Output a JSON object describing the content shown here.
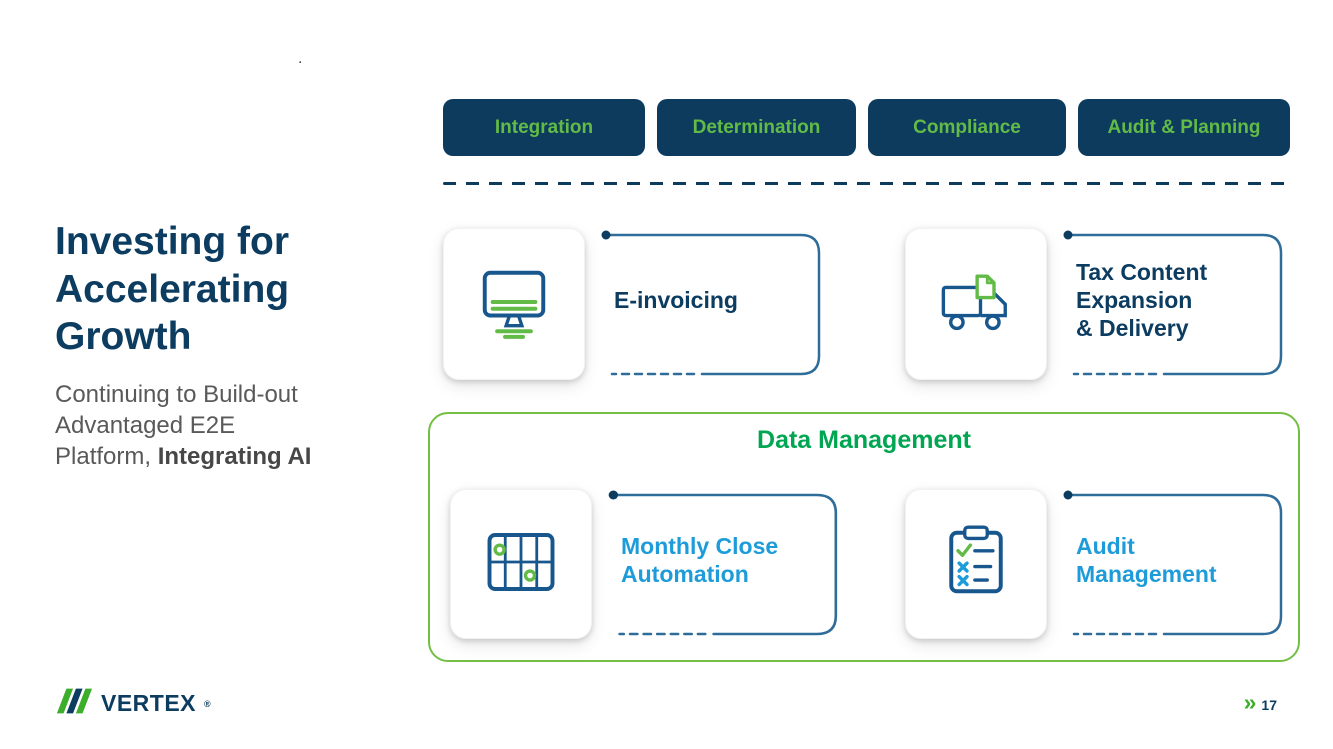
{
  "colors": {
    "navy": "#0C3C60",
    "pill_bg": "#0C3B5E",
    "green": "#62BB46",
    "dark_green": "#00A651",
    "box_border_green": "#72BF44",
    "label_blue": "#1E9CD9",
    "bracket_blue": "#2E6C99",
    "gray_text": "#595959"
  },
  "left_panel": {
    "title_lines": [
      "Investing for",
      "Accelerating",
      "Growth"
    ],
    "subtitle_lines": [
      "Continuing to Build-out",
      "Advantaged E2E"
    ],
    "subtitle_line3_regular": "Platform, ",
    "subtitle_line3_bold": "Integrating AI",
    "stray_mark": "."
  },
  "pills": [
    {
      "label": "Integration"
    },
    {
      "label": "Determination"
    },
    {
      "label": "Compliance"
    },
    {
      "label": "Audit & Planning"
    }
  ],
  "row1_cards": [
    {
      "icon": "monitor-icon",
      "lines": [
        "E-invoicing"
      ]
    },
    {
      "icon": "delivery-truck-icon",
      "lines": [
        "Tax Content",
        "Expansion",
        "& Delivery"
      ]
    }
  ],
  "data_management": {
    "title": "Data Management",
    "cards": [
      {
        "icon": "gantt-chart-icon",
        "lines": [
          "Monthly Close",
          "Automation"
        ]
      },
      {
        "icon": "clipboard-checklist-icon",
        "lines": [
          "Audit",
          "Management"
        ]
      }
    ]
  },
  "footer": {
    "brand": "VERTEX",
    "trademark": "®",
    "page_number": "17"
  }
}
